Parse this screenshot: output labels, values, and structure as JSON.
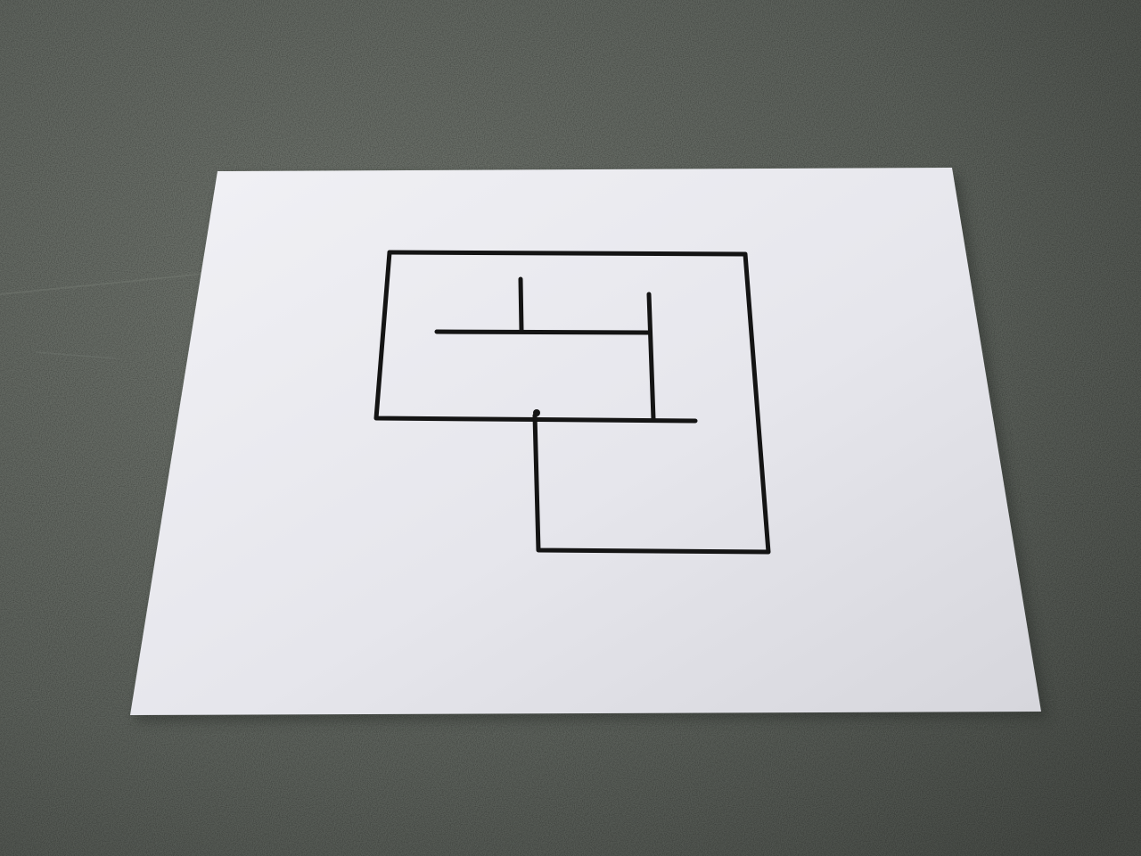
{
  "scene": {
    "colors": {
      "table_base": "#5d625c",
      "table_light": "#6f746d",
      "table_dark": "#474b46",
      "paper": "#e6e6ec",
      "paper_light": "#f1f1f5",
      "paper_shadow": "#d6d6dc",
      "ink": "#141414"
    },
    "objects": [
      "table-surface",
      "paper-sheet",
      "hand-drawn-maze"
    ]
  }
}
